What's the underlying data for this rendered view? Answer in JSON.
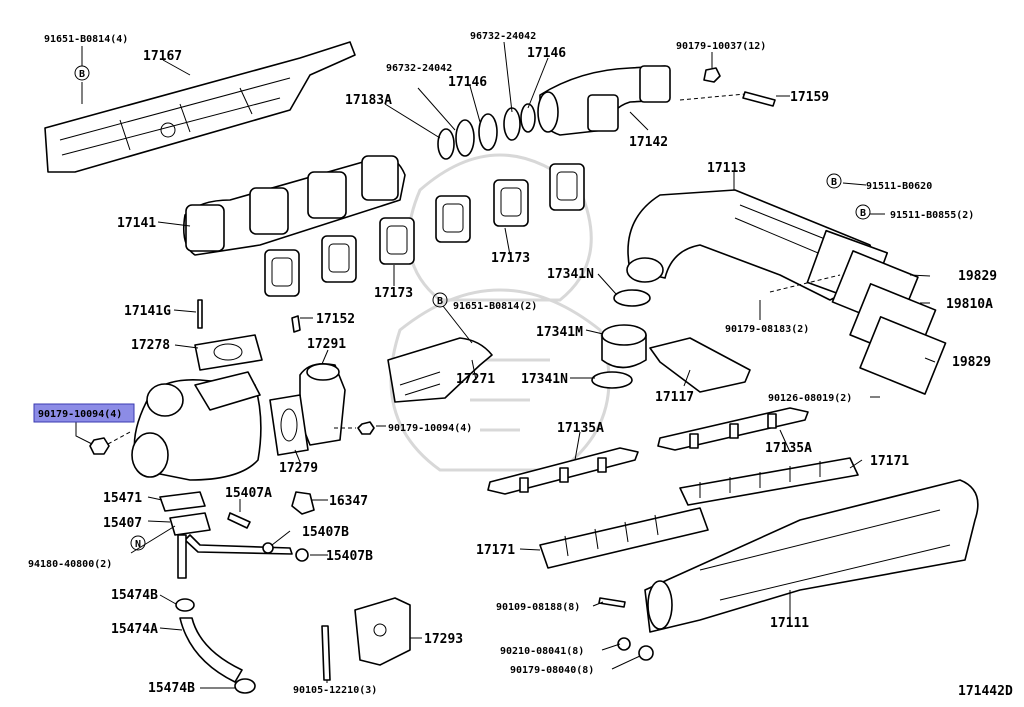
{
  "diagram": {
    "code": "171442D",
    "highlight_color": "#8c8ce6",
    "labels": {
      "p91651_top": "91651-B0814(4)",
      "p17167": "17167",
      "p96732_a": "96732-24042",
      "p96732_b": "96732-24042",
      "p17146_a": "17146",
      "p17146_b": "17146",
      "p17183a": "17183A",
      "p90179_10037": "90179-10037(12)",
      "p17159": "17159",
      "p17142": "17142",
      "p17141": "17141",
      "p17173_a": "17173",
      "p17173_b": "17173",
      "p17113": "17113",
      "p91511_0620": "91511-B0620",
      "p91511_0855": "91511-B0855(2)",
      "p19829_a": "19829",
      "p19810a": "19810A",
      "p19829_b": "19829",
      "p90179_08183": "90179-08183(2)",
      "p17341n_a": "17341N",
      "p17341m": "17341M",
      "p17341n_b": "17341N",
      "p91651_mid": "91651-B0814(2)",
      "p17271": "17271",
      "p17141g": "17141G",
      "p17152": "17152",
      "p17278": "17278",
      "p17291": "17291",
      "p90179_10094_sel": "90179-10094(4)",
      "p90179_10094_b": "90179-10094(4)",
      "p17279": "17279",
      "p17117": "17117",
      "p90126_08019": "90126-08019(2)",
      "p17135a_a": "17135A",
      "p17135a_b": "17135A",
      "p17171_a": "17171",
      "p17171_b": "17171",
      "p15471": "15471",
      "p15407a": "15407A",
      "p16347": "16347",
      "p15407": "15407",
      "p15407b_a": "15407B",
      "p15407b_b": "15407B",
      "p94180": "94180-40800(2)",
      "p15474b_a": "15474B",
      "p15474a": "15474A",
      "p15474b_b": "15474B",
      "p90109": "90109-08188(8)",
      "p90210": "90210-08041(8)",
      "p90179_08040": "90179-08040(8)",
      "p17111": "17111",
      "p17293": "17293",
      "p90105": "90105-12210(3)"
    },
    "markers": {
      "b": "B",
      "n": "N"
    }
  }
}
